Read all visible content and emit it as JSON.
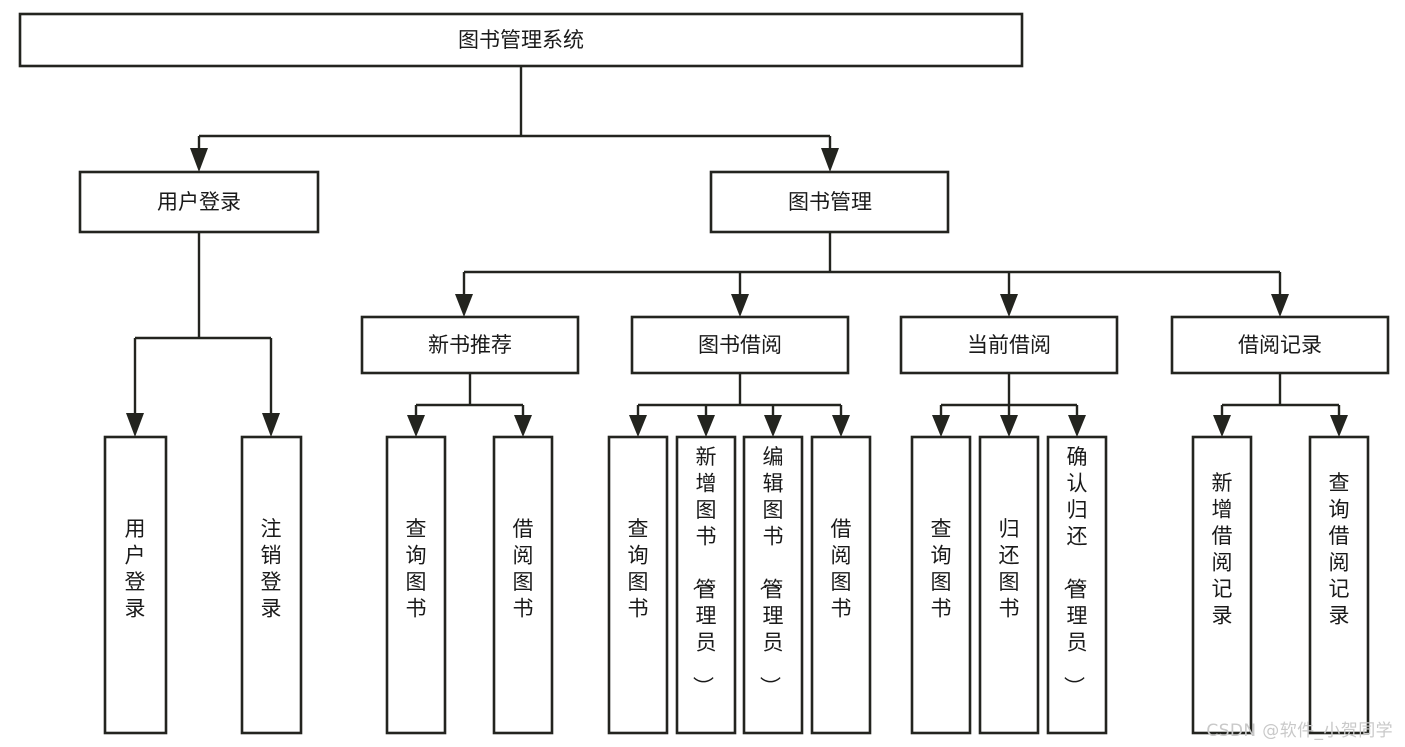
{
  "diagram": {
    "type": "tree-hierarchy",
    "title": "图书管理系统",
    "watermark": "CSDN @软件_小贺同学",
    "colors": {
      "stroke": "#23241f",
      "box_fill": "#ffffff",
      "text": "#1a1a1a",
      "background": "#ffffff",
      "watermark": "#c9c9c9"
    },
    "root": {
      "label": "图书管理系统"
    },
    "level2": [
      {
        "label": "用户登录"
      },
      {
        "label": "图书管理"
      }
    ],
    "level3": [
      {
        "label": "新书推荐"
      },
      {
        "label": "图书借阅"
      },
      {
        "label": "当前借阅"
      },
      {
        "label": "借阅记录"
      }
    ],
    "leaves": {
      "user_login": [
        {
          "label": "用户登录"
        },
        {
          "label": "注销登录"
        }
      ],
      "new_book_recommend": [
        {
          "label": "查询图书"
        },
        {
          "label": "借阅图书"
        }
      ],
      "book_borrow": [
        {
          "label": "查询图书"
        },
        {
          "label": "新增图书（管理员）"
        },
        {
          "label": "编辑图书（管理员）"
        },
        {
          "label": "借阅图书"
        }
      ],
      "current_borrow": [
        {
          "label": "查询图书"
        },
        {
          "label": "归还图书"
        },
        {
          "label": "确认归还（管理员）"
        }
      ],
      "borrow_record": [
        {
          "label": "新增借阅记录"
        },
        {
          "label": "查询借阅记录"
        }
      ]
    }
  }
}
